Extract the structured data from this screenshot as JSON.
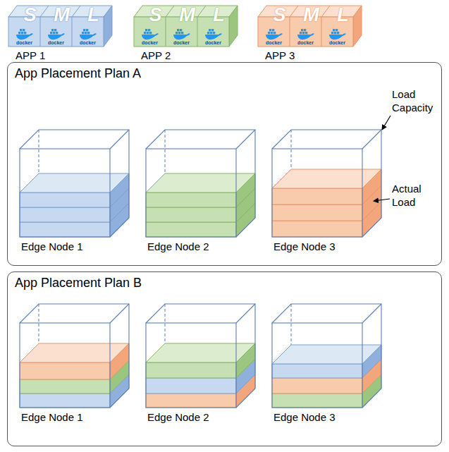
{
  "diagram": {
    "nodes": [
      {
        "text": [
          "S",
          "M",
          "L",
          "APP 1"
        ]
      },
      {
        "text": [
          "S",
          "M",
          "L",
          "APP 2"
        ]
      },
      {
        "text": [
          "S",
          "M",
          "L",
          "APP 3"
        ]
      },
      {
        "text": [
          "App Placement Plan A"
        ]
      },
      {
        "text": [
          "Edge Node 1"
        ],
        "in": 3
      },
      {
        "text": [
          "Edge Node 2"
        ],
        "in": 3
      },
      {
        "text": [
          "Edge Node 3"
        ],
        "in": 3
      },
      {
        "text": [
          "App Placement Plan B"
        ]
      },
      {
        "text": [
          "Edge Node 1"
        ],
        "in": 7
      },
      {
        "text": [
          "Edge Node 2"
        ],
        "in": 7
      },
      {
        "text": [
          "Edge Node 3"
        ],
        "in": 7
      }
    ],
    "labels": [
      "docker",
      "docker",
      "docker",
      "docker",
      "docker",
      "docker",
      "docker",
      "docker",
      "docker",
      "Load Capacity",
      "Actual Load"
    ]
  }
}
